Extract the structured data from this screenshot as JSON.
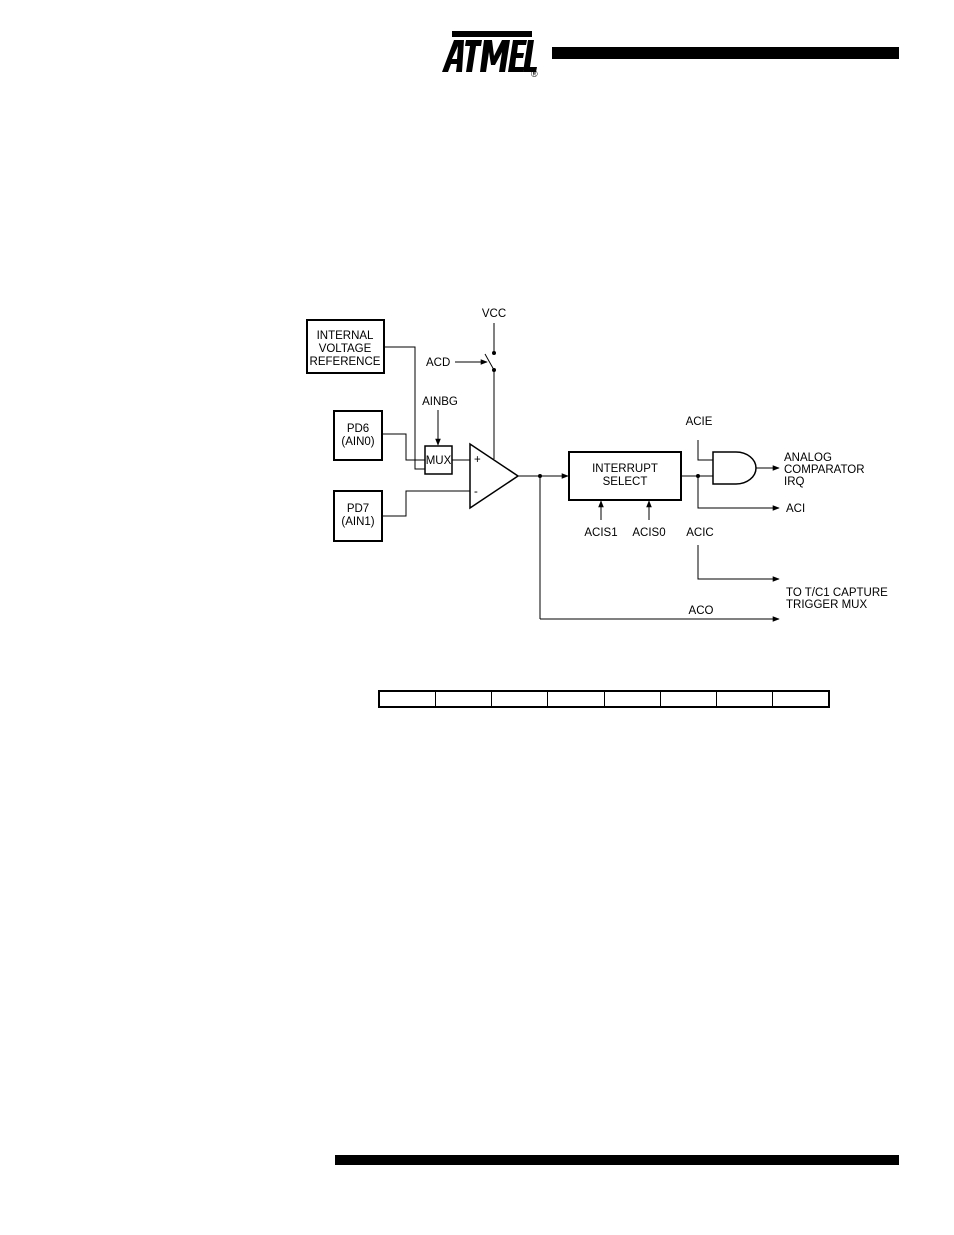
{
  "brand": {
    "name": "ATMEL",
    "registered_mark": "®"
  },
  "diagram": {
    "blocks": {
      "internal_voltage_reference": [
        "INTERNAL",
        "VOLTAGE",
        "REFERENCE"
      ],
      "pd6": [
        "PD6",
        "(AIN0)"
      ],
      "pd7": [
        "PD7",
        "(AIN1)"
      ],
      "mux": "MUX",
      "interrupt_select": [
        "INTERRUPT",
        "SELECT"
      ]
    },
    "signals": {
      "vcc": "VCC",
      "acd": "ACD",
      "ainbg": "AINBG",
      "plus": "+",
      "minus": "-",
      "acis1": "ACIS1",
      "acis0": "ACIS0",
      "acie": "ACIE",
      "acic": "ACIC",
      "aci": "ACI",
      "aco": "ACO"
    },
    "outputs": {
      "analog_comparator_irq": [
        "ANALOG",
        "COMPARATOR",
        "IRQ"
      ],
      "capture_trigger": [
        "TO T/C1 CAPTURE",
        "TRIGGER MUX"
      ]
    }
  },
  "register": {
    "cells": [
      "",
      "",
      "",
      "",
      "",
      "",
      "",
      ""
    ]
  }
}
